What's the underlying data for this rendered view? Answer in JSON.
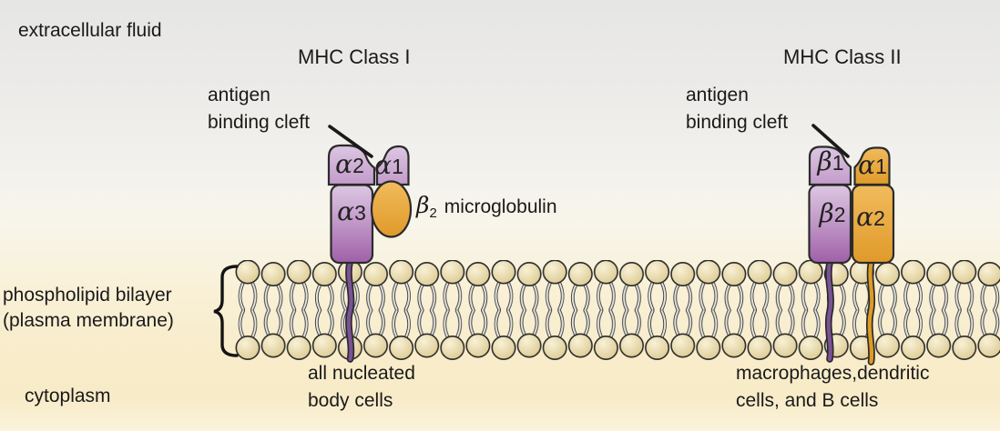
{
  "scene": {
    "extracellular_label": "extracellular fluid",
    "cytoplasm_label": "cytoplasm",
    "bilayer_label_line1": "phospholipid bilayer",
    "bilayer_label_line2": "(plasma membrane)"
  },
  "mhc1": {
    "title": "MHC Class I",
    "cleft_line1": "antigen",
    "cleft_line2": "binding cleft",
    "subunits": {
      "alpha2": {
        "sym": "α",
        "num": "2"
      },
      "alpha1": {
        "sym": "α",
        "num": "1"
      },
      "alpha3": {
        "sym": "α",
        "num": "3"
      }
    },
    "microglobulin": {
      "sym": "β",
      "sub": "2",
      "name": "microglobulin"
    },
    "cells_line1": "all nucleated",
    "cells_line2": "body cells"
  },
  "mhc2": {
    "title": "MHC Class II",
    "cleft_line1": "antigen",
    "cleft_line2": "binding cleft",
    "subunits": {
      "beta1": {
        "sym": "β",
        "num": "1"
      },
      "alpha1": {
        "sym": "α",
        "num": "1"
      },
      "beta2": {
        "sym": "β",
        "num": "2"
      },
      "alpha2": {
        "sym": "α",
        "num": "2"
      }
    },
    "cells_line1": "macrophages,dendritic",
    "cells_line2": "cells, and B cells"
  },
  "colors": {
    "ink": "#1a1a1a",
    "outline": "#2b2b2b",
    "purple_light": "#dcc7e2",
    "purple_mid": "#c39bca",
    "purple_deep": "#9f60a7",
    "purple_tail": "#7a5294",
    "orange_light": "#f1bb5c",
    "orange_deep": "#e09a2a",
    "orange_tail": "#dd9b23",
    "lipid_head_light": "#f8f1d6",
    "lipid_head_dark": "#ddca92",
    "lipid_tail_gray": "#e6e6e2"
  }
}
